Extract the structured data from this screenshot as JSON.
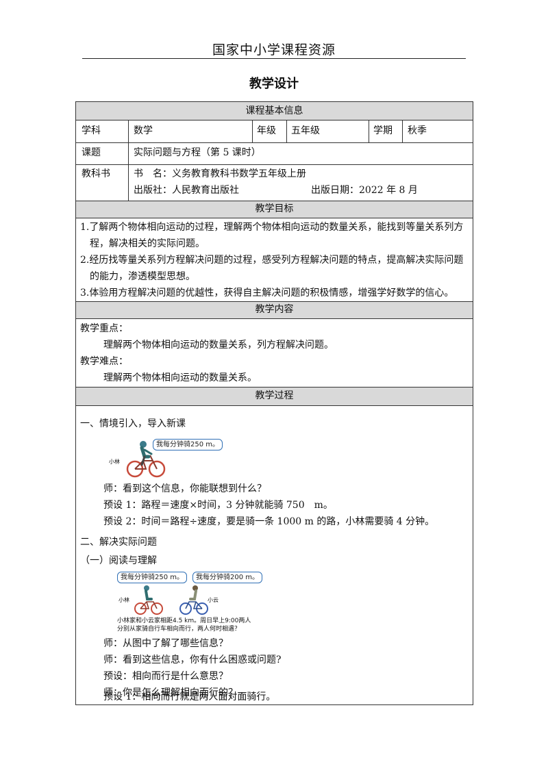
{
  "header": {
    "title": "国家中小学课程资源"
  },
  "doc_title": "教学设计",
  "basic_info": {
    "band": "课程基本信息",
    "subject_label": "学科",
    "subject_value": "数学",
    "grade_label": "年级",
    "grade_value": "五年级",
    "term_label": "学期",
    "term_value": "秋季",
    "topic_label": "课题",
    "topic_value": "实际问题与方程（第 5 课时）",
    "textbook_label": "教科书",
    "textbook_line1": "书　名：义务教育教科书数学五年级上册",
    "publisher": "出版社：人民教育出版社",
    "pub_date": "出版日期：2022 年 8 月"
  },
  "objectives": {
    "band": "教学目标",
    "lines": [
      "1.了解两个物体相向运动的过程，理解两个物体相向运动的数量关系，能找到等量关系列方",
      "程，解决相关的实际问题。",
      "2.经历找等量关系列方程解决问题的过程，感受列方程解决问题的特点，提高解决实际问题",
      "的能力，渗透模型思想。",
      "3.体验用方程解决问题的优越性，获得自主解决问题的积极情感，增强学好数学的信心。"
    ]
  },
  "content": {
    "band": "教学内容",
    "key_label": "教学重点：",
    "key_text": "理解两个物体相向运动的数量关系，列方程解决问题。",
    "difficulty_label": "教学难点：",
    "difficulty_text": "理解两个物体相向运动的数量关系。"
  },
  "process": {
    "band": "教学过程",
    "section1_title": "一、情境引入，导入新课",
    "fig1": {
      "bubble": "我每分钟骑250 m。",
      "name": "小林"
    },
    "s1_lines": [
      "师：看到这个信息，你能联想到什么？",
      "预设 1：路程＝速度×时间，3 分钟就能骑 750　m。",
      "预设 2：时间＝路程÷速度，要是骑一条 1000 m 的路，小林需要骑 4 分钟。"
    ],
    "section2_title": "二、解决实际问题",
    "sub1_title": "（一）阅读与理解",
    "fig2": {
      "bubble_left": "我每分钟骑250 m。",
      "bubble_right": "我每分钟骑200 m。",
      "name_left": "小林",
      "name_right": "小云",
      "caption_line1": "小林家和小云家相距4.5 km。周日早上9:00两人",
      "caption_line2": "分别从家骑自行车相向而行，两人何时相遇？"
    },
    "s2_lines": [
      "师：从图中了解了哪些信息？",
      "师：看到这些信息，你有什么困惑或问题?",
      "预设：相向而行是什么意思？",
      "师：你是怎么理解相向而行的？",
      "预设 1：相向而行就是两人面对面骑行。"
    ]
  }
}
